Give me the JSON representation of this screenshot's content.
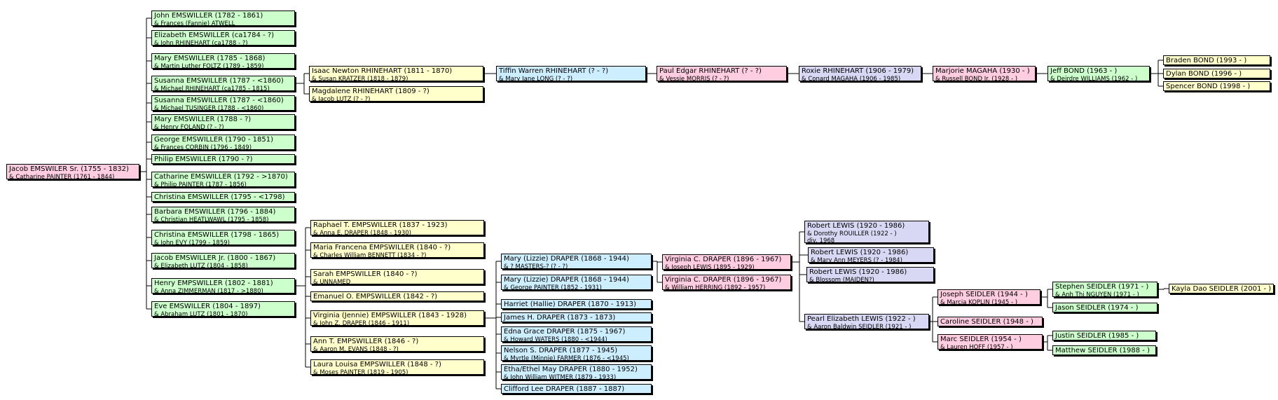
{
  "colors": {
    "green": "#ccffcc",
    "yellow": "#ffffcc",
    "blue": "#cceeff",
    "pink": "#ffcce0",
    "lavender": "#d8d8f4",
    "line": "#000000"
  },
  "nodes": [
    {
      "id": "jacob_sr",
      "color": "pink",
      "name": "Jacob EMSWILER Sr. (1755 - 1832)",
      "spouse": "& Catharine PAINTER (1761 - 1844)"
    },
    {
      "id": "john_e",
      "color": "green",
      "name": "John EMSWILLER (1782 - 1861)",
      "spouse": "& Frances (Fannie) ATWELL"
    },
    {
      "id": "elizabeth_e",
      "color": "green",
      "name": "Elizabeth EMSWILLER (ca1784 - ?)",
      "spouse": "& John RHINEHART (ca1788 - ?)"
    },
    {
      "id": "mary_e1",
      "color": "green",
      "name": "Mary EMSWILLER (1785 - 1868)",
      "spouse": "& Martin Luther FOLTZ (1789 - 1859)"
    },
    {
      "id": "susanna_e1",
      "color": "green",
      "name": "Susanna EMSWILLER (1787 - <1860)",
      "spouse": "& Michael RHINEHART (ca1785 - 1815)"
    },
    {
      "id": "susanna_e2",
      "color": "green",
      "name": "Susanna EMSWILLER (1787 - <1860)",
      "spouse": "& Michael TUSINGER (1788 - <1860)"
    },
    {
      "id": "mary_e2",
      "color": "green",
      "name": "Mary EMSWILLER (1788 - ?)",
      "spouse": "& Henry FOLAND (? - ?)"
    },
    {
      "id": "george_e",
      "color": "green",
      "name": "George EMSWILLER (1790 - 1851)",
      "spouse": "& Frances CORBIN (1796 - 1849)"
    },
    {
      "id": "philip_e",
      "color": "green",
      "name": "Philip EMSWILLER (1790 - ?)",
      "spouse": ""
    },
    {
      "id": "catharine_e",
      "color": "green",
      "name": "Catharine EMSWILLER (1792 - >1870)",
      "spouse": "& Philip PAINTER (1787 - 1856)"
    },
    {
      "id": "christina_e1",
      "color": "green",
      "name": "Christina EMSWILLER (1795 - <1798)",
      "spouse": ""
    },
    {
      "id": "barbara_e",
      "color": "green",
      "name": "Barbara EMSWILLER (1796 - 1884)",
      "spouse": "& Christian HEATLWAWL (1795 - 1858)"
    },
    {
      "id": "christina_e2",
      "color": "green",
      "name": "Christina EMSWILLER (1798 - 1865)",
      "spouse": "& John EVY (1799 - 1859)"
    },
    {
      "id": "jacob_jr",
      "color": "green",
      "name": "Jacob EMSWILLER Jr. (1800 - 1867)",
      "spouse": "& Elizabeth LUTZ (1804 - 1858)"
    },
    {
      "id": "henry_e",
      "color": "green",
      "name": "Henry EMPSWILLER (1802 - 1881)",
      "spouse": "& Anna ZIMMERMAN (1817 - >1880)"
    },
    {
      "id": "eve_e",
      "color": "green",
      "name": "Eve EMSWILLER (1804 - 1897)",
      "spouse": "& Abraham LUTZ (1801 - 1870)"
    },
    {
      "id": "isaac_r",
      "color": "yellow",
      "name": "Isaac Newton RHINEHART (1811 - 1870)",
      "spouse": "& Susan KRATZER (1818 - 1879)"
    },
    {
      "id": "magdalene_r",
      "color": "yellow",
      "name": "Magdalene RHINEHART (1809 - ?)",
      "spouse": "& Jacob LUTZ (? - ?)"
    },
    {
      "id": "raphael",
      "color": "yellow",
      "name": "Raphael T. EMPSWILLER (1837 - 1923)",
      "spouse": "& Anna E. DRAPER (1848 - 1930)"
    },
    {
      "id": "maria",
      "color": "yellow",
      "name": "Maria Francena EMPSWILLER (1840 - ?)",
      "spouse": "& Charles William BENNETT (1834 - ?)"
    },
    {
      "id": "sarah",
      "color": "yellow",
      "name": "Sarah EMPSWILLER (1840 - ?)",
      "spouse": "& UNNAMED"
    },
    {
      "id": "emanuel",
      "color": "yellow",
      "name": "Emanuel O. EMPSWILLER (1842 - ?)",
      "spouse": ""
    },
    {
      "id": "virginia_j",
      "color": "yellow",
      "name": "Virginia (Jennie) EMPSWILLER (1843 - 1928)",
      "spouse": "& John Z. DRAPER (1846 - 1911)"
    },
    {
      "id": "ann_t",
      "color": "yellow",
      "name": "Ann T. EMPSWILLER (1846 - ?)",
      "spouse": "& Aaron M. EVANS (1848 - ?)"
    },
    {
      "id": "laura",
      "color": "yellow",
      "name": "Laura Louisa EMPSWILLER (1848 - ?)",
      "spouse": "& Moses PAINTER (1819 - 1905)"
    },
    {
      "id": "tiffin",
      "color": "blue",
      "name": "Tiffin Warren RHINEHART (? - ?)",
      "spouse": "& Mary Jane LONG (? - ?)"
    },
    {
      "id": "mary_l1",
      "color": "blue",
      "name": "Mary (Lizzie) DRAPER (1868 - 1944)",
      "spouse": "& ? MASTERS-? (? - ?)"
    },
    {
      "id": "mary_l2",
      "color": "blue",
      "name": "Mary (Lizzie) DRAPER (1868 - 1944)",
      "spouse": "& George PAINTER (1852 - 1931)"
    },
    {
      "id": "harriet",
      "color": "blue",
      "name": "Harriet (Hallie) DRAPER (1870 - 1913)",
      "spouse": ""
    },
    {
      "id": "james_d",
      "color": "blue",
      "name": "James H. DRAPER (1873 - 1873)",
      "spouse": ""
    },
    {
      "id": "edna",
      "color": "blue",
      "name": "Edna Grace DRAPER (1875 - 1967)",
      "spouse": "& Howard WATERS (1880 - <1944)"
    },
    {
      "id": "nelson",
      "color": "blue",
      "name": "Nelson S. DRAPER (1877 - 1945)",
      "spouse": "& Myrtle (Minnie) FARMER (1876 - <1945)"
    },
    {
      "id": "etha",
      "color": "blue",
      "name": "Etha/Ethel May DRAPER (1880 - 1952)",
      "spouse": "& John William WITMER (1879 - 1933)"
    },
    {
      "id": "clifford",
      "color": "blue",
      "name": "Clifford Lee DRAPER (1887 - 1887)",
      "spouse": ""
    },
    {
      "id": "paul",
      "color": "pink",
      "name": "Paul Edgar RHINEHART (? - ?)",
      "spouse": "& Vessie MORRIS (? - ?)"
    },
    {
      "id": "virginia_c1",
      "color": "pink",
      "name": "Virginia C. DRAPER (1896 - 1967)",
      "spouse": "& Joseph LEWIS (1895 - 1929)"
    },
    {
      "id": "virginia_c2",
      "color": "pink",
      "name": "Virginia C. DRAPER (1896 - 1967)",
      "spouse": "& William HERRING (1892 - 1957)"
    },
    {
      "id": "roxie",
      "color": "lavender",
      "name": "Roxie RHINEHART (1906 - 1979)",
      "spouse": "& Conard MAGAHA (1906 - 1985)"
    },
    {
      "id": "robert1",
      "color": "lavender",
      "name": "Robert LEWIS (1920 - 1986)",
      "spouse": "& Dorothy ROUILLER (1922 - )",
      "extra": "div. 1968"
    },
    {
      "id": "robert2",
      "color": "lavender",
      "name": "Robert LEWIS (1920 - 1986)",
      "spouse": "& Mary Ann MEYERS (? - 1984)"
    },
    {
      "id": "robert3",
      "color": "lavender",
      "name": "Robert LEWIS (1920 - 1986)",
      "spouse": "& Blossom (MAIDEN?)"
    },
    {
      "id": "pearl",
      "color": "lavender",
      "name": "Pearl Elizabeth LEWIS (1922 - )",
      "spouse": "& Aaron Baldwin SEIDLER (1921 - )"
    },
    {
      "id": "marjorie",
      "color": "pink",
      "name": "Marjorie MAGAHA (1930 - )",
      "spouse": "& Russell BOND Jr. (1928 - )"
    },
    {
      "id": "joseph_s",
      "color": "pink",
      "name": "Joseph SEIDLER (1944 - )",
      "spouse": "& Marcia KOPLIN (1945 - )"
    },
    {
      "id": "caroline",
      "color": "pink",
      "name": "Caroline SEIDLER (1948 - )",
      "spouse": ""
    },
    {
      "id": "marc",
      "color": "pink",
      "name": "Marc SEIDLER (1954 - )",
      "spouse": "& Lauren HOFF (1957 - )"
    },
    {
      "id": "jeff",
      "color": "green",
      "name": "Jeff BOND (1963 - )",
      "spouse": "& Deirdre WILLIAMS (1962 - )"
    },
    {
      "id": "stephen",
      "color": "green",
      "name": "Stephen SEIDLER (1971 - )",
      "spouse": "& Anh Thi NGUYEN (1971 - )"
    },
    {
      "id": "jason",
      "color": "green",
      "name": "Jason SEIDLER (1974 - )",
      "spouse": ""
    },
    {
      "id": "justin",
      "color": "green",
      "name": "Justin SEIDLER (1985 - )",
      "spouse": ""
    },
    {
      "id": "matthew",
      "color": "green",
      "name": "Matthew SEIDLER (1988 - )",
      "spouse": ""
    },
    {
      "id": "braden",
      "color": "yellow",
      "name": "Braden BOND (1993 - )",
      "spouse": ""
    },
    {
      "id": "dylan",
      "color": "yellow",
      "name": "Dylan BOND (1996 - )",
      "spouse": ""
    },
    {
      "id": "spencer",
      "color": "yellow",
      "name": "Spencer BOND (1998 - )",
      "spouse": ""
    },
    {
      "id": "kayla",
      "color": "yellow",
      "name": "Kayla Dao SEIDLER (2001 - )",
      "spouse": ""
    }
  ],
  "edges": [
    {
      "from": "jacob_sr",
      "to": [
        "john_e",
        "elizabeth_e",
        "mary_e1",
        "susanna_e1",
        "susanna_e2",
        "mary_e2",
        "george_e",
        "philip_e",
        "catharine_e",
        "christina_e1",
        "barbara_e",
        "christina_e2",
        "jacob_jr",
        "henry_e",
        "eve_e"
      ]
    },
    {
      "from": "susanna_e1",
      "to": [
        "isaac_r",
        "magdalene_r"
      ]
    },
    {
      "from": "henry_e",
      "to": [
        "raphael",
        "maria",
        "sarah",
        "emanuel",
        "virginia_j",
        "ann_t",
        "laura"
      ]
    },
    {
      "from": "isaac_r",
      "to": [
        "tiffin"
      ]
    },
    {
      "from": "tiffin",
      "to": [
        "paul"
      ]
    },
    {
      "from": "paul",
      "to": [
        "roxie"
      ]
    },
    {
      "from": "roxie",
      "to": [
        "marjorie"
      ]
    },
    {
      "from": "marjorie",
      "to": [
        "jeff"
      ]
    },
    {
      "from": "jeff",
      "to": [
        "braden",
        "dylan",
        "spencer"
      ]
    },
    {
      "from": "virginia_j",
      "to": [
        "mary_l1",
        "mary_l2",
        "harriet",
        "james_d",
        "edna",
        "nelson",
        "etha",
        "clifford"
      ]
    },
    {
      "from": "mary_l1",
      "to": [
        "virginia_c1",
        "virginia_c2"
      ]
    },
    {
      "from": "virginia_c1",
      "to": [
        "robert1",
        "robert2",
        "robert3",
        "pearl"
      ]
    },
    {
      "from": "pearl",
      "to": [
        "joseph_s",
        "caroline",
        "marc"
      ]
    },
    {
      "from": "joseph_s",
      "to": [
        "stephen",
        "jason"
      ]
    },
    {
      "from": "stephen",
      "to": [
        "kayla"
      ]
    },
    {
      "from": "marc",
      "to": [
        "justin",
        "matthew"
      ]
    }
  ]
}
